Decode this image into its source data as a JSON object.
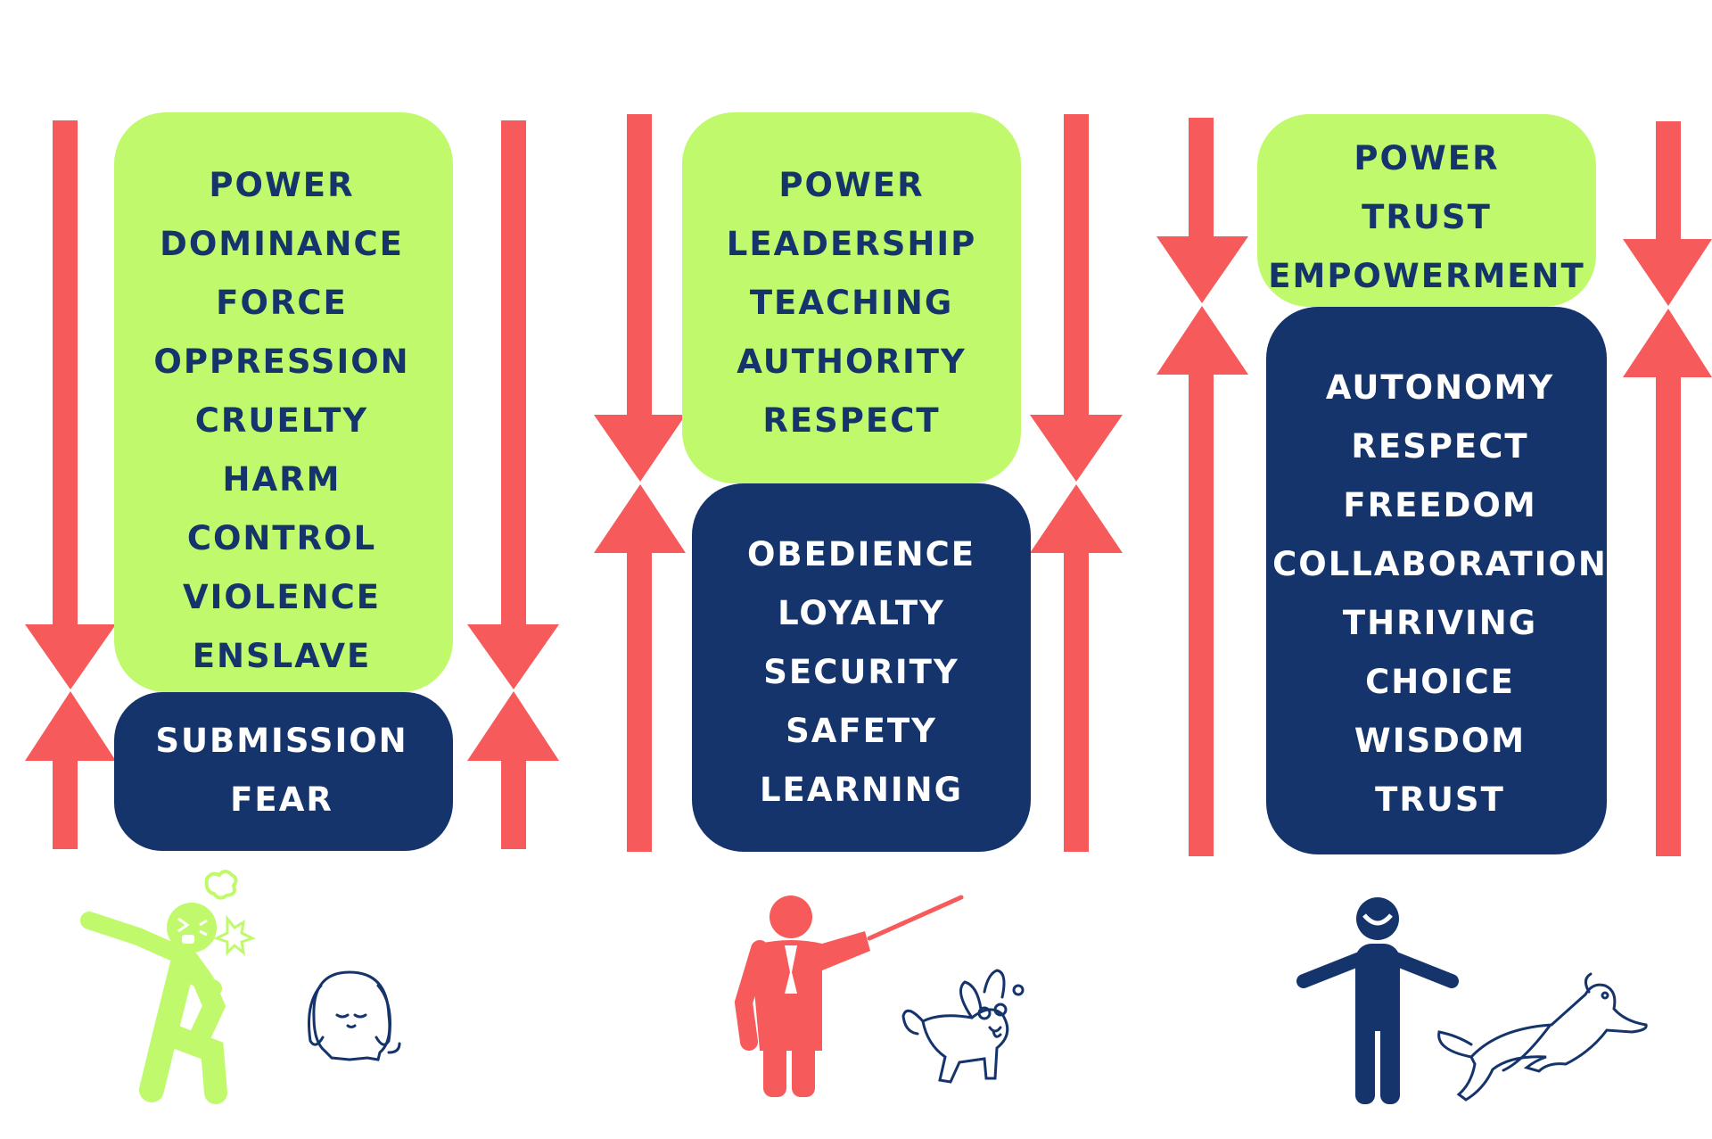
{
  "colors": {
    "arrow": "#f75a5a",
    "green_box": "#c0fa6c",
    "navy_box": "#14346b",
    "green_text": "#14346b",
    "navy_text": "#ffffff",
    "figure_green": "#c0fa6c",
    "figure_red": "#f75a5a",
    "figure_navy": "#14346b",
    "dog_outline": "#14346b"
  },
  "columns": [
    {
      "top_words": [
        "Power",
        "Dominance",
        "Force",
        "Oppression",
        "Cruelty",
        "Harm",
        "Control",
        "Violence",
        "Enslave"
      ],
      "bottom_words": [
        "Submission",
        "Fear"
      ],
      "figure": "angry-person-icon",
      "dog": "sad-dog-icon"
    },
    {
      "top_words": [
        "Power",
        "Leadership",
        "Teaching",
        "Authority",
        "Respect"
      ],
      "bottom_words": [
        "Obedience",
        "Loyalty",
        "Security",
        "Safety",
        "Learning"
      ],
      "figure": "teacher-pointing-icon",
      "dog": "playful-dog-icon"
    },
    {
      "top_words": [
        "Power",
        "Trust",
        "Empowerment"
      ],
      "bottom_words": [
        "Autonomy",
        "Respect",
        "Freedom",
        "Collaboration",
        "Thriving",
        "Choice",
        "Wisdom",
        "Trust"
      ],
      "figure": "open-arms-person-icon",
      "dog": "running-dog-icon"
    }
  ]
}
